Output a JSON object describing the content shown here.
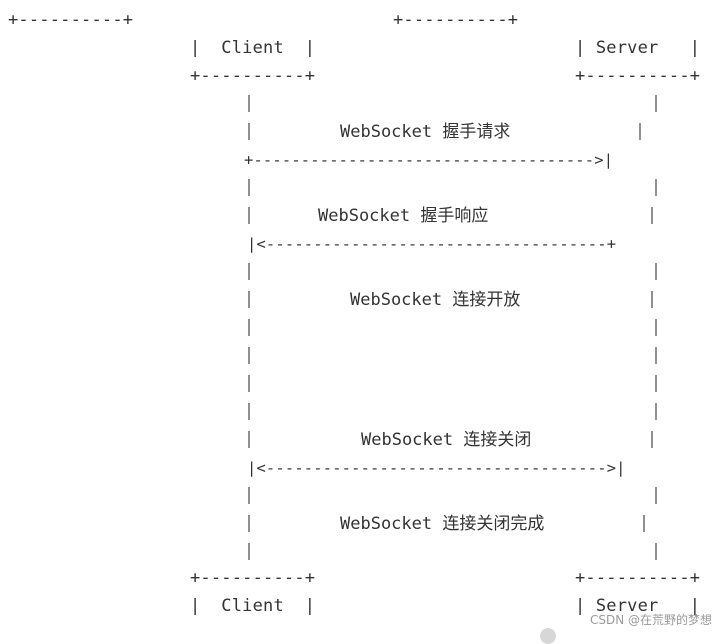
{
  "diagram": {
    "lines": [
      "+----------+                 +----------+",
      "           |  Client  |                        | Server   |",
      "           +----------+                        +----------+",
      "               |                                     |",
      "               |        WebSocket 握手请求            |",
      "               +------------------------------------>|",
      "               |                                     |",
      "               |      WebSocket 握手响应              |",
      "               |<------------------------------------+",
      "               |                                     |",
      "               |        WebSocket 连接开放            |",
      "               |                                     |",
      "               |                                     |",
      "               |                                     |",
      "               |                                     |",
      "               |         WebSocket 连接关闭           |",
      "               |<------------------------------------>|",
      "               |                                     |",
      "               |        WebSocket 连接关闭完成        |",
      "               |                                     |",
      "           +----------+                        +----------+",
      "           |  Client  |                        | Server   |"
    ]
  },
  "labels": {
    "top_left_box": "+----------+",
    "top_mid_box": "+----------+",
    "client_box_top": "+----------+",
    "client": "|  Client  |",
    "client_box_bottom": "+----------+",
    "server_box_top": "+----------+",
    "server": "| Server   |",
    "server_box_bottom": "+----------+",
    "handshake_request": "WebSocket 握手请求",
    "handshake_response": "WebSocket 握手响应",
    "connection_open": "WebSocket 连接开放",
    "connection_close": "WebSocket 连接关闭",
    "connection_close_done": "WebSocket 连接关闭完成",
    "arrow_request": "+------------------------------------>|",
    "arrow_response": "|<------------------------------------+",
    "arrow_close": "|<------------------------------------>|",
    "client_box_bottom2_top": "+----------+",
    "client2": "|  Client  |",
    "server_box_bottom2_top": "+----------+",
    "server2": "| Server   |",
    "watermark": "CSDN @在荒野的梦想"
  }
}
